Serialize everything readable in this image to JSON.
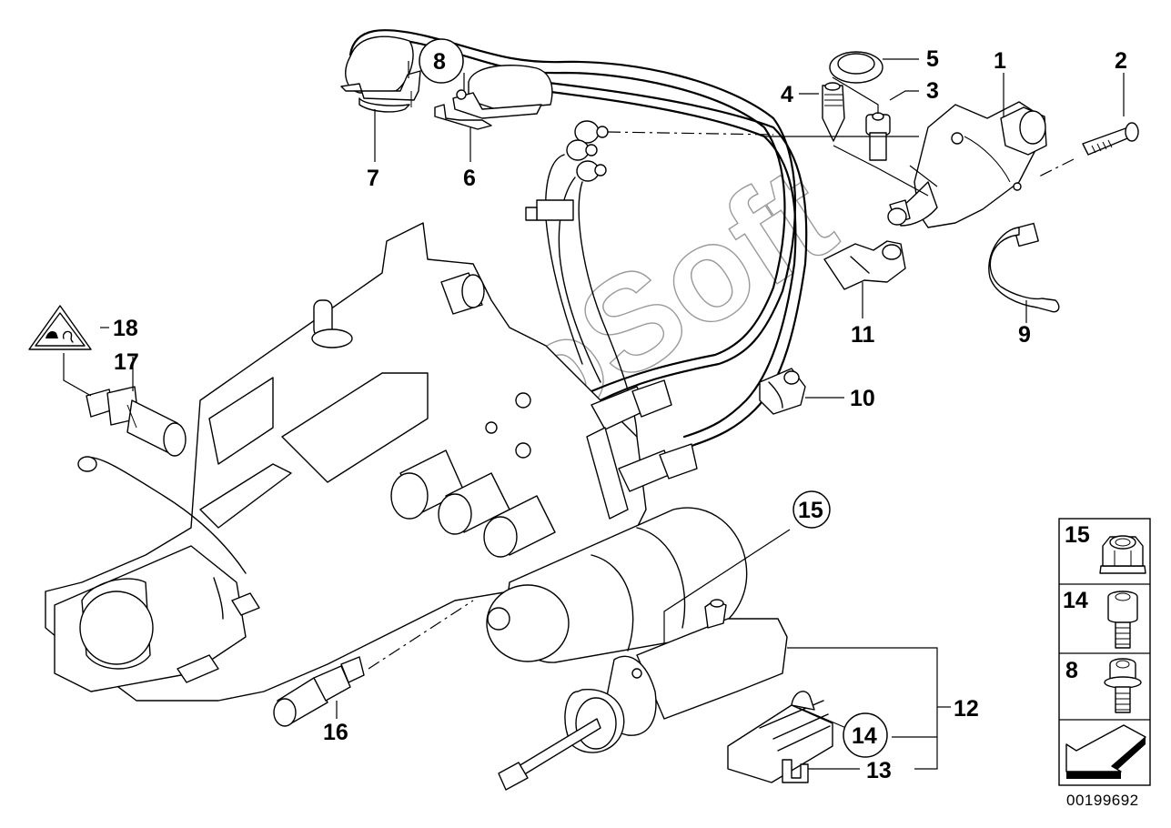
{
  "diagram": {
    "type": "exploded-parts-diagram",
    "watermark": "AutoSoft",
    "document_number": "00199692",
    "callouts": [
      {
        "id": "1",
        "label": "1",
        "circled": false
      },
      {
        "id": "2",
        "label": "2",
        "circled": false
      },
      {
        "id": "3",
        "label": "3",
        "circled": false
      },
      {
        "id": "4",
        "label": "4",
        "circled": false
      },
      {
        "id": "5",
        "label": "5",
        "circled": false
      },
      {
        "id": "6",
        "label": "6",
        "circled": false
      },
      {
        "id": "7",
        "label": "7",
        "circled": false
      },
      {
        "id": "8",
        "label": "8",
        "circled": true
      },
      {
        "id": "9",
        "label": "9",
        "circled": false
      },
      {
        "id": "10",
        "label": "10",
        "circled": false
      },
      {
        "id": "11",
        "label": "11",
        "circled": false
      },
      {
        "id": "12",
        "label": "12",
        "circled": false
      },
      {
        "id": "13",
        "label": "13",
        "circled": false
      },
      {
        "id": "14",
        "label": "14",
        "circled": true
      },
      {
        "id": "15",
        "label": "15",
        "circled": true
      },
      {
        "id": "16",
        "label": "16",
        "circled": false
      },
      {
        "id": "17",
        "label": "17",
        "circled": false
      },
      {
        "id": "18",
        "label": "18",
        "circled": false
      }
    ],
    "fastener_legend": [
      {
        "label": "15",
        "icon": "flange-nut-icon"
      },
      {
        "label": "14",
        "icon": "socket-head-bolt-icon"
      },
      {
        "label": "8",
        "icon": "flange-socket-bolt-icon"
      },
      {
        "label": "",
        "icon": "direction-arrow-icon"
      }
    ]
  }
}
